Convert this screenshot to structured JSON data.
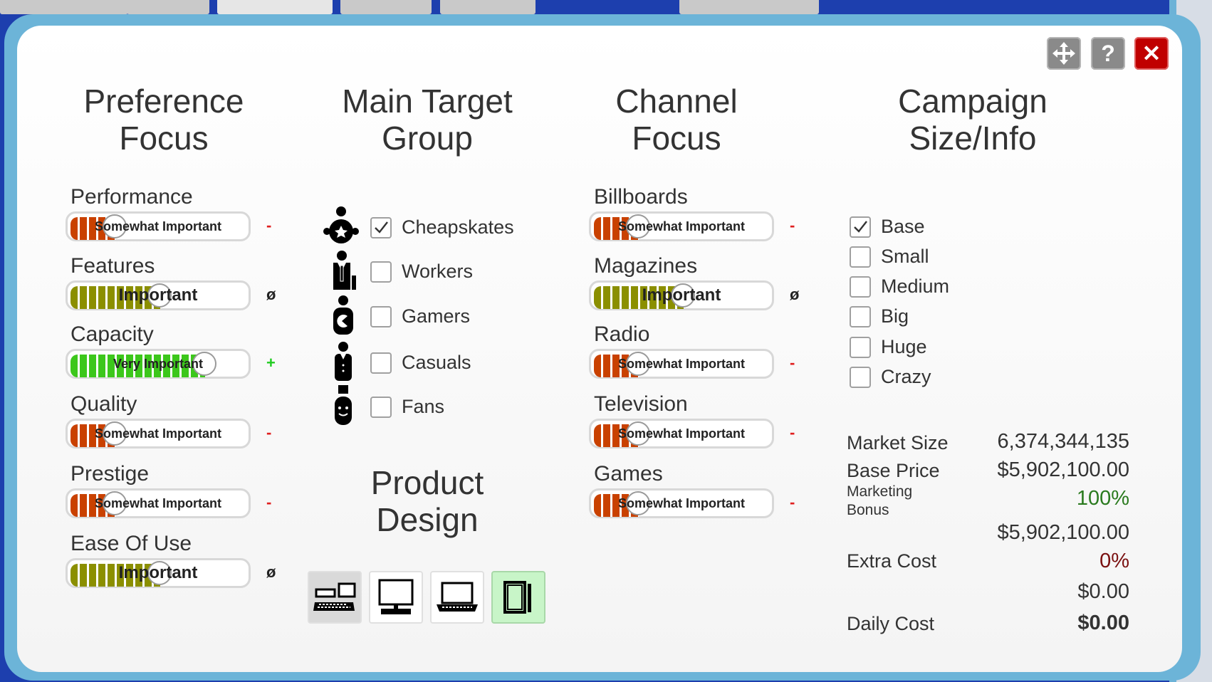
{
  "window": {
    "move_button": "✥",
    "help_button": "?",
    "close_button": "✕"
  },
  "columns": {
    "preference_title": "Preference\nFocus",
    "target_title": "Main Target\nGroup",
    "channel_title": "Channel\nFocus",
    "campaign_title": "Campaign\nSize/Info",
    "product_design_title": "Product\nDesign"
  },
  "preferences": [
    {
      "label": "Performance",
      "level_text": "Somewhat Important",
      "level": 0.25,
      "color": "#c94100",
      "sign": "-",
      "sign_color": "#e02020"
    },
    {
      "label": "Features",
      "level_text": "Important",
      "level": 0.5,
      "color": "#8b8f00",
      "sign": "ø",
      "sign_color": "#222222"
    },
    {
      "label": "Capacity",
      "level_text": "Very Important",
      "level": 0.75,
      "color": "#3cc71b",
      "sign": "+",
      "sign_color": "#22cc22"
    },
    {
      "label": "Quality",
      "level_text": "Somewhat Important",
      "level": 0.25,
      "color": "#c94100",
      "sign": "-",
      "sign_color": "#e02020"
    },
    {
      "label": "Prestige",
      "level_text": "Somewhat Important",
      "level": 0.25,
      "color": "#c94100",
      "sign": "-",
      "sign_color": "#e02020"
    },
    {
      "label": "Ease Of Use",
      "level_text": "Important",
      "level": 0.5,
      "color": "#8b8f00",
      "sign": "ø",
      "sign_color": "#222222"
    }
  ],
  "target_groups": [
    {
      "label": "Cheapskates",
      "checked": true,
      "icon": "cheapskate-icon"
    },
    {
      "label": "Workers",
      "checked": false,
      "icon": "worker-icon"
    },
    {
      "label": "Gamers",
      "checked": false,
      "icon": "gamer-icon"
    },
    {
      "label": "Casuals",
      "checked": false,
      "icon": "casual-icon"
    },
    {
      "label": "Fans",
      "checked": false,
      "icon": "fan-icon"
    }
  ],
  "channels": [
    {
      "label": "Billboards",
      "level_text": "Somewhat Important",
      "level": 0.25,
      "color": "#c94100",
      "sign": "-",
      "sign_color": "#e02020"
    },
    {
      "label": "Magazines",
      "level_text": "Important",
      "level": 0.5,
      "color": "#8b8f00",
      "sign": "ø",
      "sign_color": "#222222"
    },
    {
      "label": "Radio",
      "level_text": "Somewhat Important",
      "level": 0.25,
      "color": "#c94100",
      "sign": "-",
      "sign_color": "#e02020"
    },
    {
      "label": "Television",
      "level_text": "Somewhat Important",
      "level": 0.25,
      "color": "#c94100",
      "sign": "-",
      "sign_color": "#e02020"
    },
    {
      "label": "Games",
      "level_text": "Somewhat Important",
      "level": 0.25,
      "color": "#c94100",
      "sign": "-",
      "sign_color": "#e02020"
    }
  ],
  "campaign_sizes": [
    {
      "label": "Base",
      "checked": true
    },
    {
      "label": "Small",
      "checked": false
    },
    {
      "label": "Medium",
      "checked": false
    },
    {
      "label": "Big",
      "checked": false
    },
    {
      "label": "Huge",
      "checked": false
    },
    {
      "label": "Crazy",
      "checked": false
    }
  ],
  "info": {
    "market_size_label": "Market Size",
    "market_size_value": "6,374,344,135",
    "base_price_label": "Base Price",
    "base_price_value": "$5,902,100.00",
    "marketing_bonus_label": "Marketing\nBonus",
    "marketing_bonus_value": "100%",
    "marketing_bonus_color": "#2a7a1e",
    "subtotal_value": "$5,902,100.00",
    "extra_cost_label": "Extra Cost",
    "extra_cost_value": "0%",
    "extra_cost_color": "#7a1010",
    "extra_cost_amount": "$0.00",
    "daily_cost_label": "Daily Cost",
    "daily_cost_value": "$0.00"
  },
  "product_designs": [
    {
      "name": "desktop-workstation-icon",
      "selected": false,
      "gray": true
    },
    {
      "name": "desktop-monitor-icon",
      "selected": false,
      "gray": false
    },
    {
      "name": "laptop-icon",
      "selected": false,
      "gray": false
    },
    {
      "name": "tablet-icon",
      "selected": true,
      "gray": false
    }
  ]
}
